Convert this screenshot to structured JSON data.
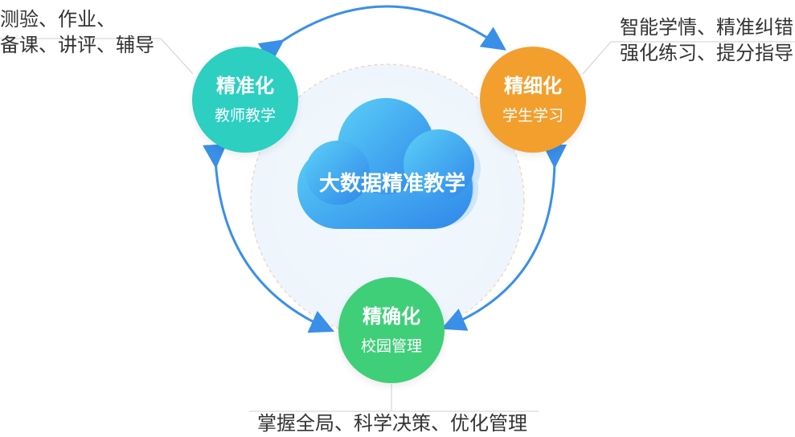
{
  "center": {
    "title": "大数据精准教学"
  },
  "nodes": {
    "teaching": {
      "title": "精准化",
      "subtitle": "教师教学",
      "color": "#2ccfc0"
    },
    "learning": {
      "title": "精细化",
      "subtitle": "学生学习",
      "color": "#f29f2e"
    },
    "management": {
      "title": "精确化",
      "subtitle": "校园管理",
      "color": "#3fcf78"
    }
  },
  "notes": {
    "teaching": [
      "测验、作业、",
      "备课、讲评、辅导"
    ],
    "learning": [
      "智能学情、精准纠错",
      "强化练习、提分指导"
    ],
    "management": [
      "掌握全局、科学决策、优化管理"
    ]
  },
  "colors": {
    "arrow": "#3a8fe8",
    "cloud_light": "#59c7f6",
    "cloud_dark": "#3a8fe8",
    "cloud_back": "#c9e3fb"
  }
}
